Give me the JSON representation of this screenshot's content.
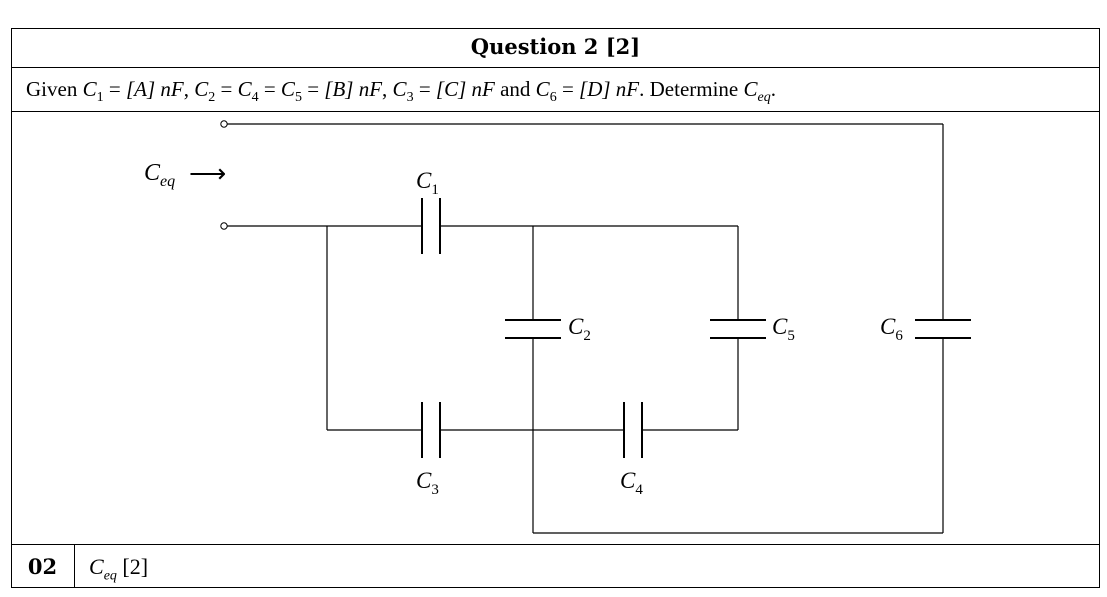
{
  "question": {
    "title": "Question 2 [2]"
  },
  "given": {
    "prefix": "Given",
    "c1_value": "[A]",
    "c2_c4_c5_value": "[B]",
    "c3_value": "[C]",
    "c6_value": "[D]",
    "unit": "nF",
    "and_word": "and",
    "instruction": "Determine"
  },
  "circuit": {
    "ceq_label_main": "C",
    "ceq_label_sub": "eq",
    "arrow": "⟶",
    "capacitors": [
      {
        "main": "C",
        "sub": "1"
      },
      {
        "main": "C",
        "sub": "2"
      },
      {
        "main": "C",
        "sub": "3"
      },
      {
        "main": "C",
        "sub": "4"
      },
      {
        "main": "C",
        "sub": "5"
      },
      {
        "main": "C",
        "sub": "6"
      }
    ]
  },
  "answer": {
    "number": "02",
    "label_main": "C",
    "label_sub": "eq",
    "marks": "[2]"
  }
}
